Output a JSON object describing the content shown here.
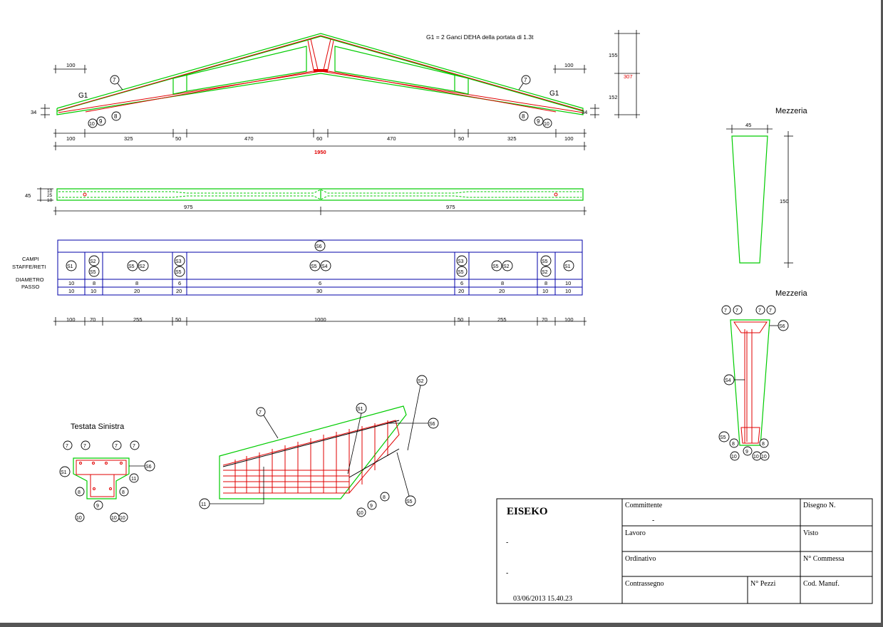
{
  "note_g1": "G1 = 2 Ganci DEHA della portata di 1.3t",
  "elevation": {
    "left_dims": [
      "100",
      "325",
      "50",
      "470",
      "60",
      "470",
      "50",
      "325",
      "100"
    ],
    "total": "1950",
    "top_left_dim": "100",
    "top_right_dim": "100",
    "height_left": "34",
    "height_right": "34",
    "right_dims": {
      "top": "155",
      "bottom": "152",
      "total": "307"
    },
    "label_g1": "G1"
  },
  "plan": {
    "dims": [
      "975",
      "975"
    ],
    "left_stack": [
      "10",
      "25",
      "10"
    ],
    "left_total": "45"
  },
  "schedule": {
    "label_campi": "CAMPI",
    "label_staffe": "STAFFE/RETI",
    "label_diametro": "DIAMETRO",
    "label_passo": "PASSO",
    "top_code": "S6",
    "diametro": [
      "10",
      "8",
      "8",
      "6",
      "6",
      "6",
      "8",
      "8",
      "10"
    ],
    "passo": [
      "10",
      "10",
      "20",
      "20",
      "30",
      "20",
      "20",
      "10",
      "10"
    ],
    "dims": [
      "100",
      "70",
      "255",
      "50",
      "1000",
      "50",
      "255",
      "70",
      "100"
    ]
  },
  "mezzeria_section": {
    "title": "Mezzeria",
    "top_width": "45",
    "height": "150"
  },
  "mezzeria_detail": {
    "title": "Mezzeria"
  },
  "testata": {
    "title": "Testata Sinistra"
  },
  "titleblock": {
    "company": "EISEKO",
    "dash1": "-",
    "dash2": "-",
    "date": "03/06/2013 15.40.23",
    "committente": "Committente",
    "committente_val": "-",
    "lavoro": "Lavoro",
    "ordinativo": "Ordinativo",
    "contrassegno": "Contrassegno",
    "npezzi": "N° Pezzi",
    "disegno": "Disegno N.",
    "visto": "Visto",
    "commessa": "N° Commessa",
    "codmanuf": "Cod. Manuf."
  },
  "colors": {
    "concrete": "#00cc00",
    "rebar": "#e00000",
    "line": "#000000",
    "schedule": "#0000aa"
  }
}
